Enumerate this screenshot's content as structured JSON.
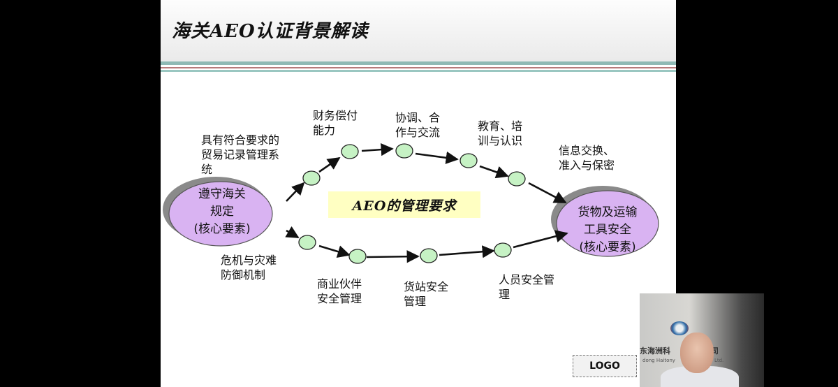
{
  "slide": {
    "title": "海关AEO认证背景解读",
    "center_label": "AEO的管理要求"
  },
  "left_oval": {
    "lines": [
      "遵守海关",
      "规定",
      "(核心要素)"
    ],
    "color": "#d9b3f2"
  },
  "right_oval": {
    "lines": [
      "货物及运输",
      "工具安全",
      "(核心要素)"
    ],
    "color": "#d9b3f2"
  },
  "upper_path_labels": [
    [
      "具有符合要求的",
      "贸易记录管理系",
      "统"
    ],
    [
      "财务偿付",
      "能力"
    ],
    [
      "协调、合",
      "作与交流"
    ],
    [
      "教育、培",
      "训与认识"
    ],
    [
      "信息交换、",
      "准入与保密"
    ]
  ],
  "lower_path_labels": [
    [
      "危机与灾难",
      "防御机制"
    ],
    [
      "商业伙伴",
      "安全管理"
    ],
    [
      "货站安全",
      "管理"
    ],
    [
      "人员安全管",
      "理"
    ]
  ],
  "node_color": "#c6f2c4",
  "webcam": {
    "wall_text": "东海洲科",
    "wall_text_right": "司",
    "wall_subtext": "dong Haitony",
    "wall_subtext_right": "Ltd."
  },
  "logo_label": "LOGO"
}
